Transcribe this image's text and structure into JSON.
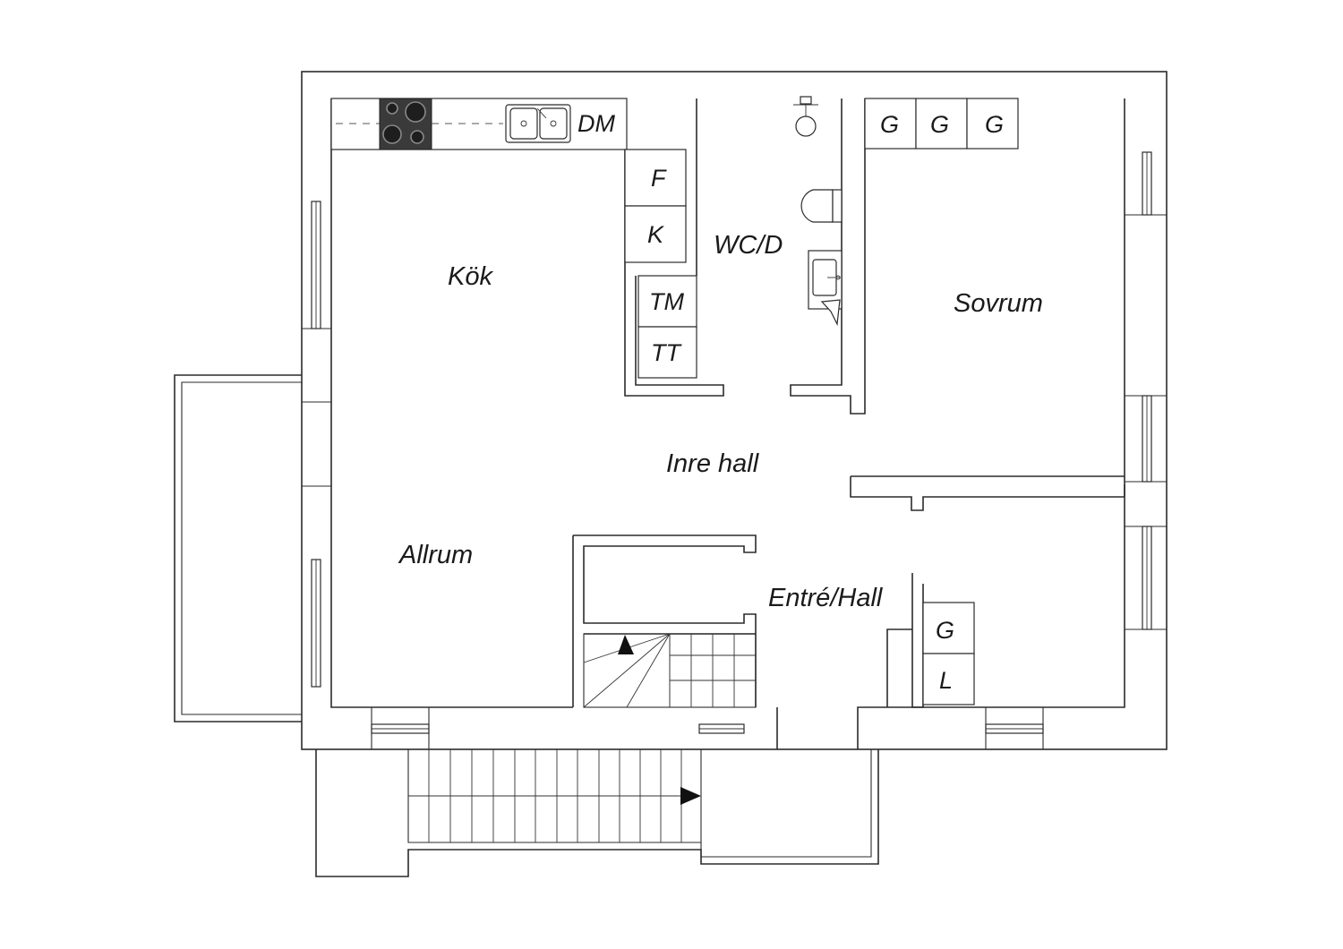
{
  "rooms": {
    "kok": "Kök",
    "wc": "WC/D",
    "sovrum": "Sovrum",
    "inre_hall": "Inre hall",
    "allrum": "Allrum",
    "entre": "Entré/Hall"
  },
  "fixtures": {
    "dm": "DM",
    "f": "F",
    "k": "K",
    "tm": "TM",
    "tt": "TT",
    "g": "G",
    "l": "L"
  }
}
